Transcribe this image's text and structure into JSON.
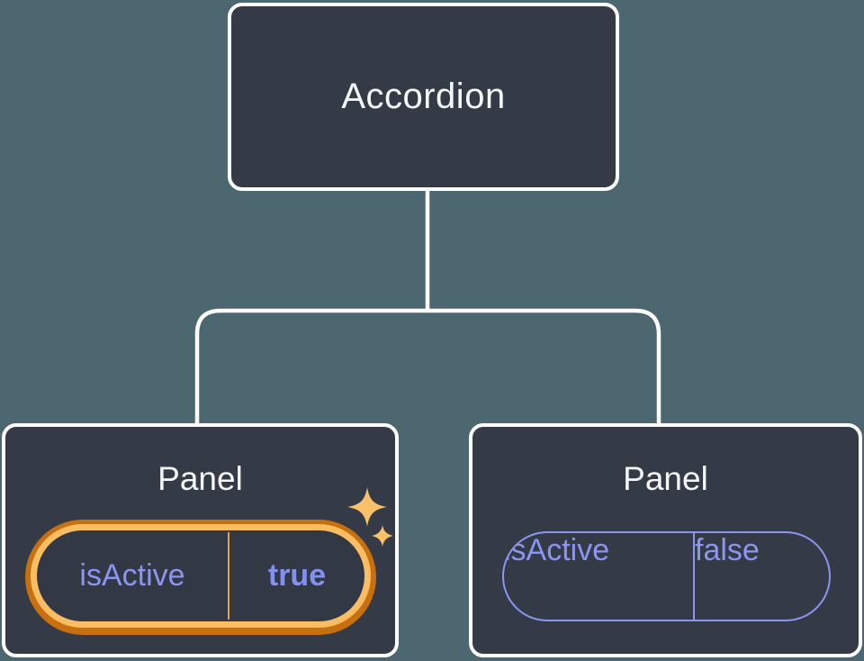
{
  "diagram": {
    "root": {
      "label": "Accordion"
    },
    "panels": [
      {
        "label": "Panel",
        "prop_name": "isActive",
        "prop_value": "true",
        "state": "active",
        "highlighted": true
      },
      {
        "label": "Panel",
        "prop_name": "isActive",
        "prop_value": "false",
        "state": "inactive",
        "highlighted": false
      }
    ]
  },
  "icons": {
    "sparkle": "✦"
  },
  "colors": {
    "background": "#4d6770",
    "node_fill": "#343a46",
    "node_border": "#ffffff",
    "connector_line": "#ffffff",
    "title_text": "#f6f7f9",
    "prop_text": "#8a96f0",
    "prop_value_bold": "#8290f2",
    "highlight_ring_outer": "#c8700f",
    "highlight_ring_inner": "#fbbd62",
    "highlight_divider": "#e8a33d",
    "inactive_pill_border": "#8a96f0",
    "sparkle": "#f8c069"
  }
}
